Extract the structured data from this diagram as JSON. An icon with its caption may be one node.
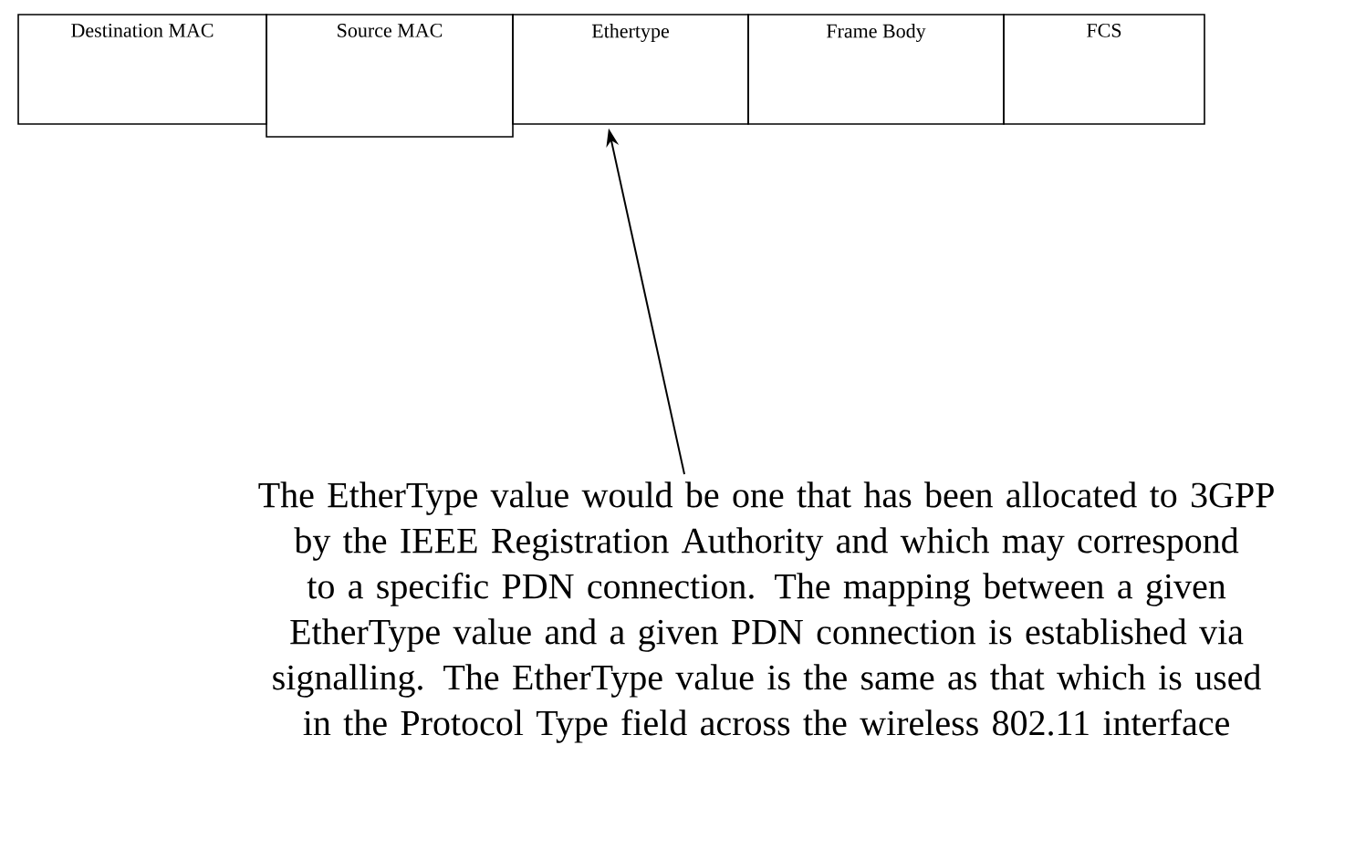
{
  "diagram": {
    "nodes": [
      {
        "text": [
          "Destination MAC"
        ]
      },
      {
        "text": [
          "Source MAC"
        ]
      },
      {
        "text": [
          "Ethertype"
        ]
      },
      {
        "text": [
          "Frame Body"
        ]
      },
      {
        "text": [
          "FCS"
        ]
      },
      {
        "text": [
          "The EtherType value would be one that has been allocated to 3GPP by the IEEE Registration Authority and which may correspond to a specific PDN connection. The mapping between a given EtherType value and a given PDN connection is established via signalling. The EtherType value is the same as that which is used in the Protocol Type field across the wireless 802.11 interface"
        ]
      }
    ],
    "edges": [
      {
        "from": 5,
        "to": 2,
        "arrow": "to"
      }
    ]
  }
}
